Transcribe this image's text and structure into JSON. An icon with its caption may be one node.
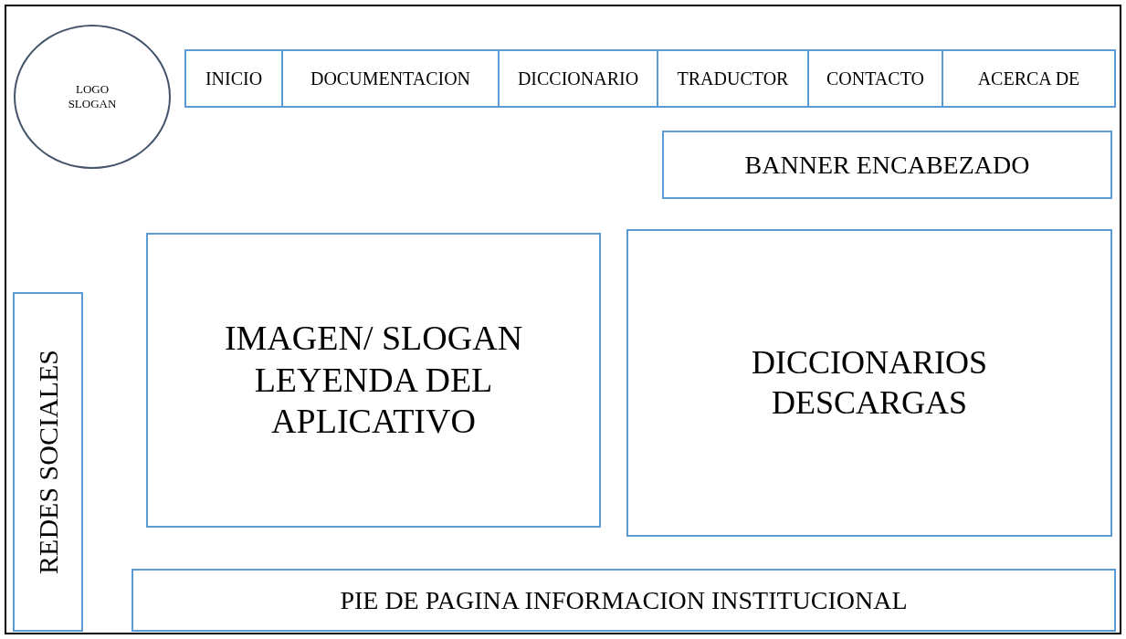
{
  "diagram": {
    "nodes": [
      {
        "text": [],
        "shape": "box"
      },
      {
        "text": [
          "LOGO SLOGAN"
        ],
        "in": 0
      },
      {
        "text": [],
        "shape": "box",
        "in": 0
      },
      {
        "text": [
          "INICIO"
        ],
        "in": 2
      },
      {
        "text": [
          "DOCUMENTACION"
        ],
        "in": 2
      },
      {
        "text": [
          "DICCIONARIO"
        ],
        "in": 2
      },
      {
        "text": [
          "TRADUCTOR"
        ],
        "in": 2
      },
      {
        "text": [
          "CONTACTO"
        ],
        "in": 2
      },
      {
        "text": [
          "ACERCA DE"
        ],
        "in": 2
      },
      {
        "text": [
          "BANNER ENCABEZADO"
        ],
        "in": 0
      },
      {
        "text": [
          "IMAGEN/ SLOGAN LEYENDA DEL APLICATIVO"
        ],
        "in": 0
      },
      {
        "text": [
          "DICCIONARIOS DESCARGAS"
        ],
        "in": 0
      },
      {
        "text": [
          "REDES SOCIALES"
        ],
        "in": 0
      },
      {
        "text": [
          "PIE DE PAGINA INFORMACION INSTITUCIONAL"
        ],
        "in": 0
      }
    ],
    "edges": []
  }
}
